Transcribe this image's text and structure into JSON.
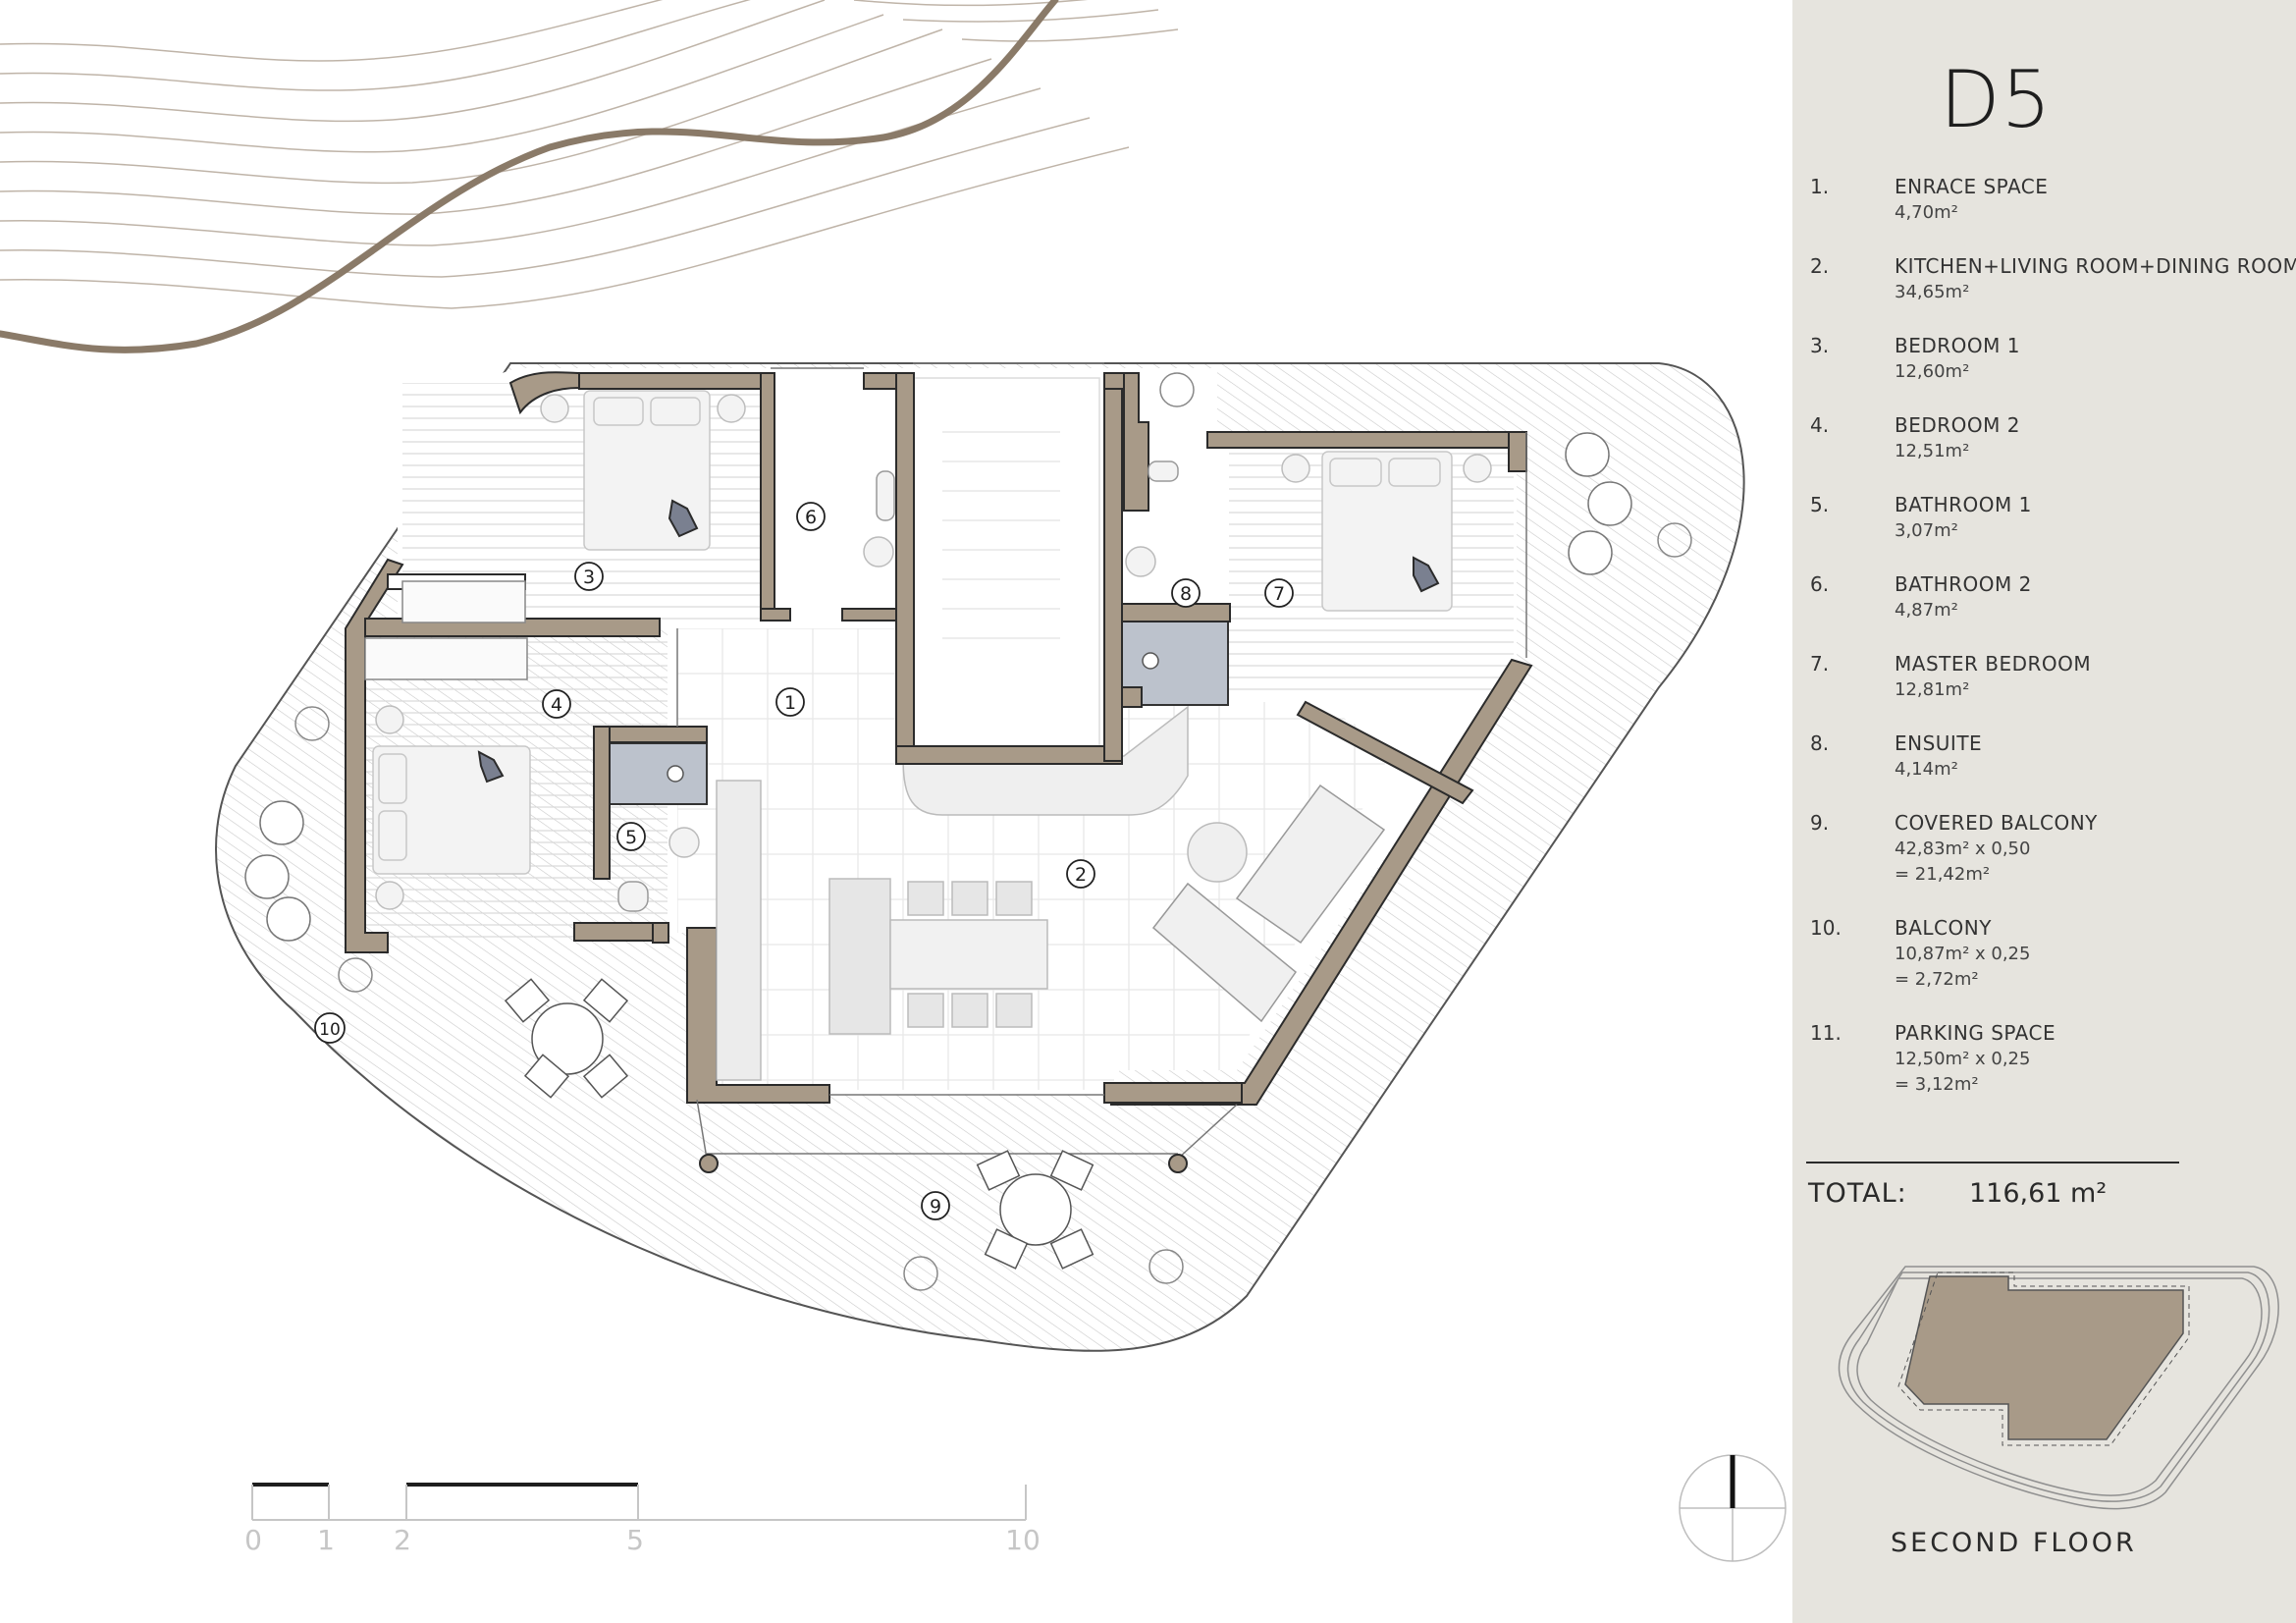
{
  "unit_title": "D5",
  "rooms": [
    {
      "num": "1.",
      "name": "ENRACE SPACE",
      "area": [
        "4,70m²"
      ]
    },
    {
      "num": "2.",
      "name": "KITCHEN+LIVING ROOM+DINING ROOM",
      "area": [
        "34,65m²"
      ]
    },
    {
      "num": "3.",
      "name": "BEDROOM 1",
      "area": [
        "12,60m²"
      ]
    },
    {
      "num": "4.",
      "name": "BEDROOM 2",
      "area": [
        "12,51m²"
      ]
    },
    {
      "num": "5.",
      "name": "BATHROOM 1",
      "area": [
        "3,07m²"
      ]
    },
    {
      "num": "6.",
      "name": "BATHROOM 2",
      "area": [
        "4,87m²"
      ]
    },
    {
      "num": "7.",
      "name": "MASTER BEDROOM",
      "area": [
        "12,81m²"
      ]
    },
    {
      "num": "8.",
      "name": "ENSUITE",
      "area": [
        "4,14m²"
      ]
    },
    {
      "num": "9.",
      "name": "COVERED BALCONY",
      "area": [
        "42,83m² x 0,50",
        "= 21,42m²"
      ]
    },
    {
      "num": "10.",
      "name": "BALCONY",
      "area": [
        "10,87m² x 0,25",
        "= 2,72m²"
      ]
    },
    {
      "num": "11.",
      "name": "PARKING SPACE",
      "area": [
        "12,50m² x 0,25",
        "= 3,12m²"
      ]
    }
  ],
  "total": {
    "label": "TOTAL:",
    "value": "116,61 m²"
  },
  "floor_label": "SECOND FLOOR",
  "plan_tags": [
    "1",
    "2",
    "3",
    "4",
    "5",
    "6",
    "7",
    "8",
    "9",
    "10"
  ],
  "scale_bar": {
    "ticks": [
      "0",
      "1",
      "2",
      "5",
      "10"
    ]
  },
  "colors": {
    "panel": "#e6e4de",
    "wall": "#a89a88",
    "wall_outline": "#2b2b2b",
    "terrain": "#8a7a68",
    "wet_area": "#bcc2cc",
    "keyplan_fill": "#a89a88"
  },
  "icons": [
    "north-arrow-icon",
    "plant-icon",
    "bed-icon",
    "sofa-icon",
    "dining-table-icon",
    "toilet-icon",
    "shower-icon"
  ]
}
